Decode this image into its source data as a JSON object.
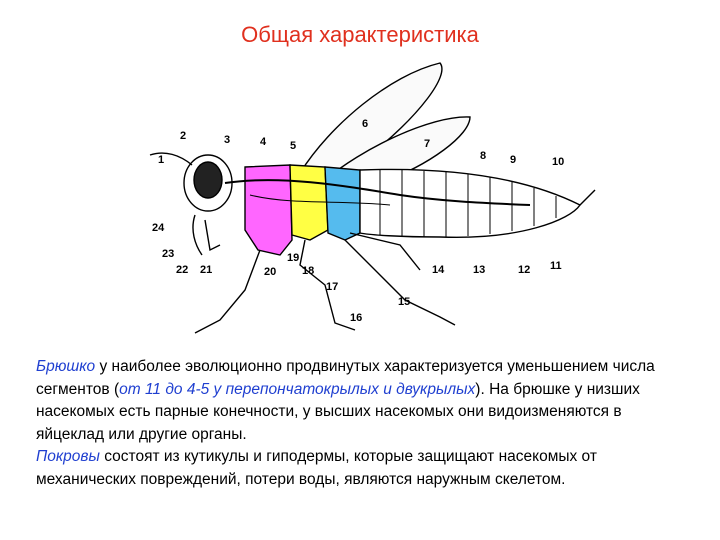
{
  "title": "Общая характеристика",
  "colors": {
    "title": "#e0301e",
    "term": "#1f3fd0",
    "segment_magenta": "#ff66ff",
    "segment_yellow": "#ffff44",
    "segment_cyan": "#55bbee"
  },
  "figure": {
    "labels": {
      "l1": "1",
      "l2": "2",
      "l3": "3",
      "l4": "4",
      "l5": "5",
      "l6": "6",
      "l7": "7",
      "l8": "8",
      "l9": "9",
      "l10": "10",
      "l11": "11",
      "l12": "12",
      "l13": "13",
      "l14": "14",
      "l15": "15",
      "l16": "16",
      "l17": "17",
      "l18": "18",
      "l19": "19",
      "l20": "20",
      "l21": "21",
      "l22": "22",
      "l23": "23",
      "l24": "24"
    }
  },
  "text": {
    "p1_term": "Брюшко",
    "p1_a": " у наиболее эволюционно продвинутых характеризуется уменьшением числа сегментов (",
    "p1_paren": "от 11 до 4-5 у перепончатокрылых и двукрылых",
    "p1_b": "). На брюшке у низших насекомых есть парные конечности, у высших насекомых они видоизменяются в яйцеклад или другие органы.",
    "p2_term": "Покровы",
    "p2_a": " состоят из кутикулы и гиподермы, которые защищают насекомых от механических повреждений, потери воды, являются наружным скелетом."
  }
}
